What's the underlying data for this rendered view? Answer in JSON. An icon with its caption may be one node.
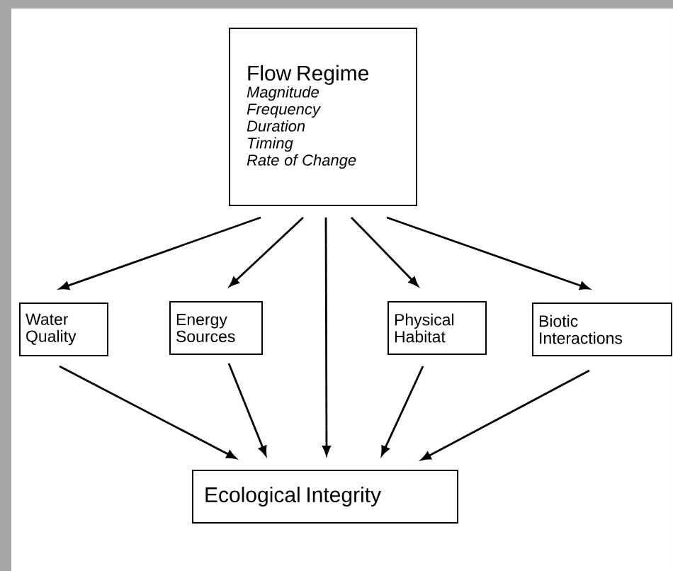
{
  "diagram": {
    "nodes": [
      {
        "text": [
          "Flow Regime",
          "Magnitude",
          "Frequency",
          "Duration",
          "Timing",
          "Rate of Change"
        ]
      },
      {
        "text": [
          "Water Quality"
        ]
      },
      {
        "text": [
          "Energy Sources"
        ]
      },
      {
        "text": [
          "Physical Habitat"
        ]
      },
      {
        "text": [
          "Biotic Interactions"
        ]
      },
      {
        "text": [
          "Ecological Integrity"
        ]
      }
    ],
    "edges": [
      {
        "from": 0,
        "to": 1,
        "arrow": "to"
      },
      {
        "from": 0,
        "to": 2,
        "arrow": "to"
      },
      {
        "from": 0,
        "to": 3,
        "arrow": "to"
      },
      {
        "from": 0,
        "to": 4,
        "arrow": "to"
      },
      {
        "from": 0,
        "to": 5,
        "arrow": "to"
      },
      {
        "from": 1,
        "to": 5,
        "arrow": "to"
      },
      {
        "from": 2,
        "to": 5,
        "arrow": "to"
      },
      {
        "from": 3,
        "to": 5,
        "arrow": "to"
      },
      {
        "from": 4,
        "to": 5,
        "arrow": "to"
      }
    ]
  }
}
